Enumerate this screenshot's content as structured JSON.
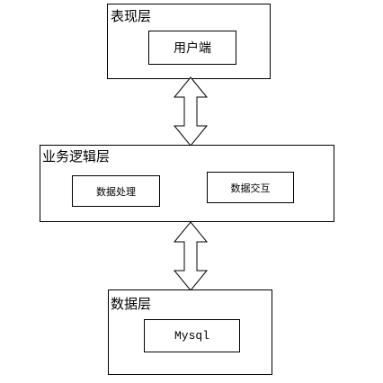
{
  "diagram": {
    "presentation_layer": {
      "title": "表现层",
      "client": "用户端"
    },
    "business_layer": {
      "title": "业务逻辑层",
      "data_processing": "数据处理",
      "data_interaction": "数据交互"
    },
    "data_layer": {
      "title": "数据层",
      "database": "Mysql"
    }
  },
  "colors": {
    "line": "#000000",
    "fill": "#ffffff"
  }
}
